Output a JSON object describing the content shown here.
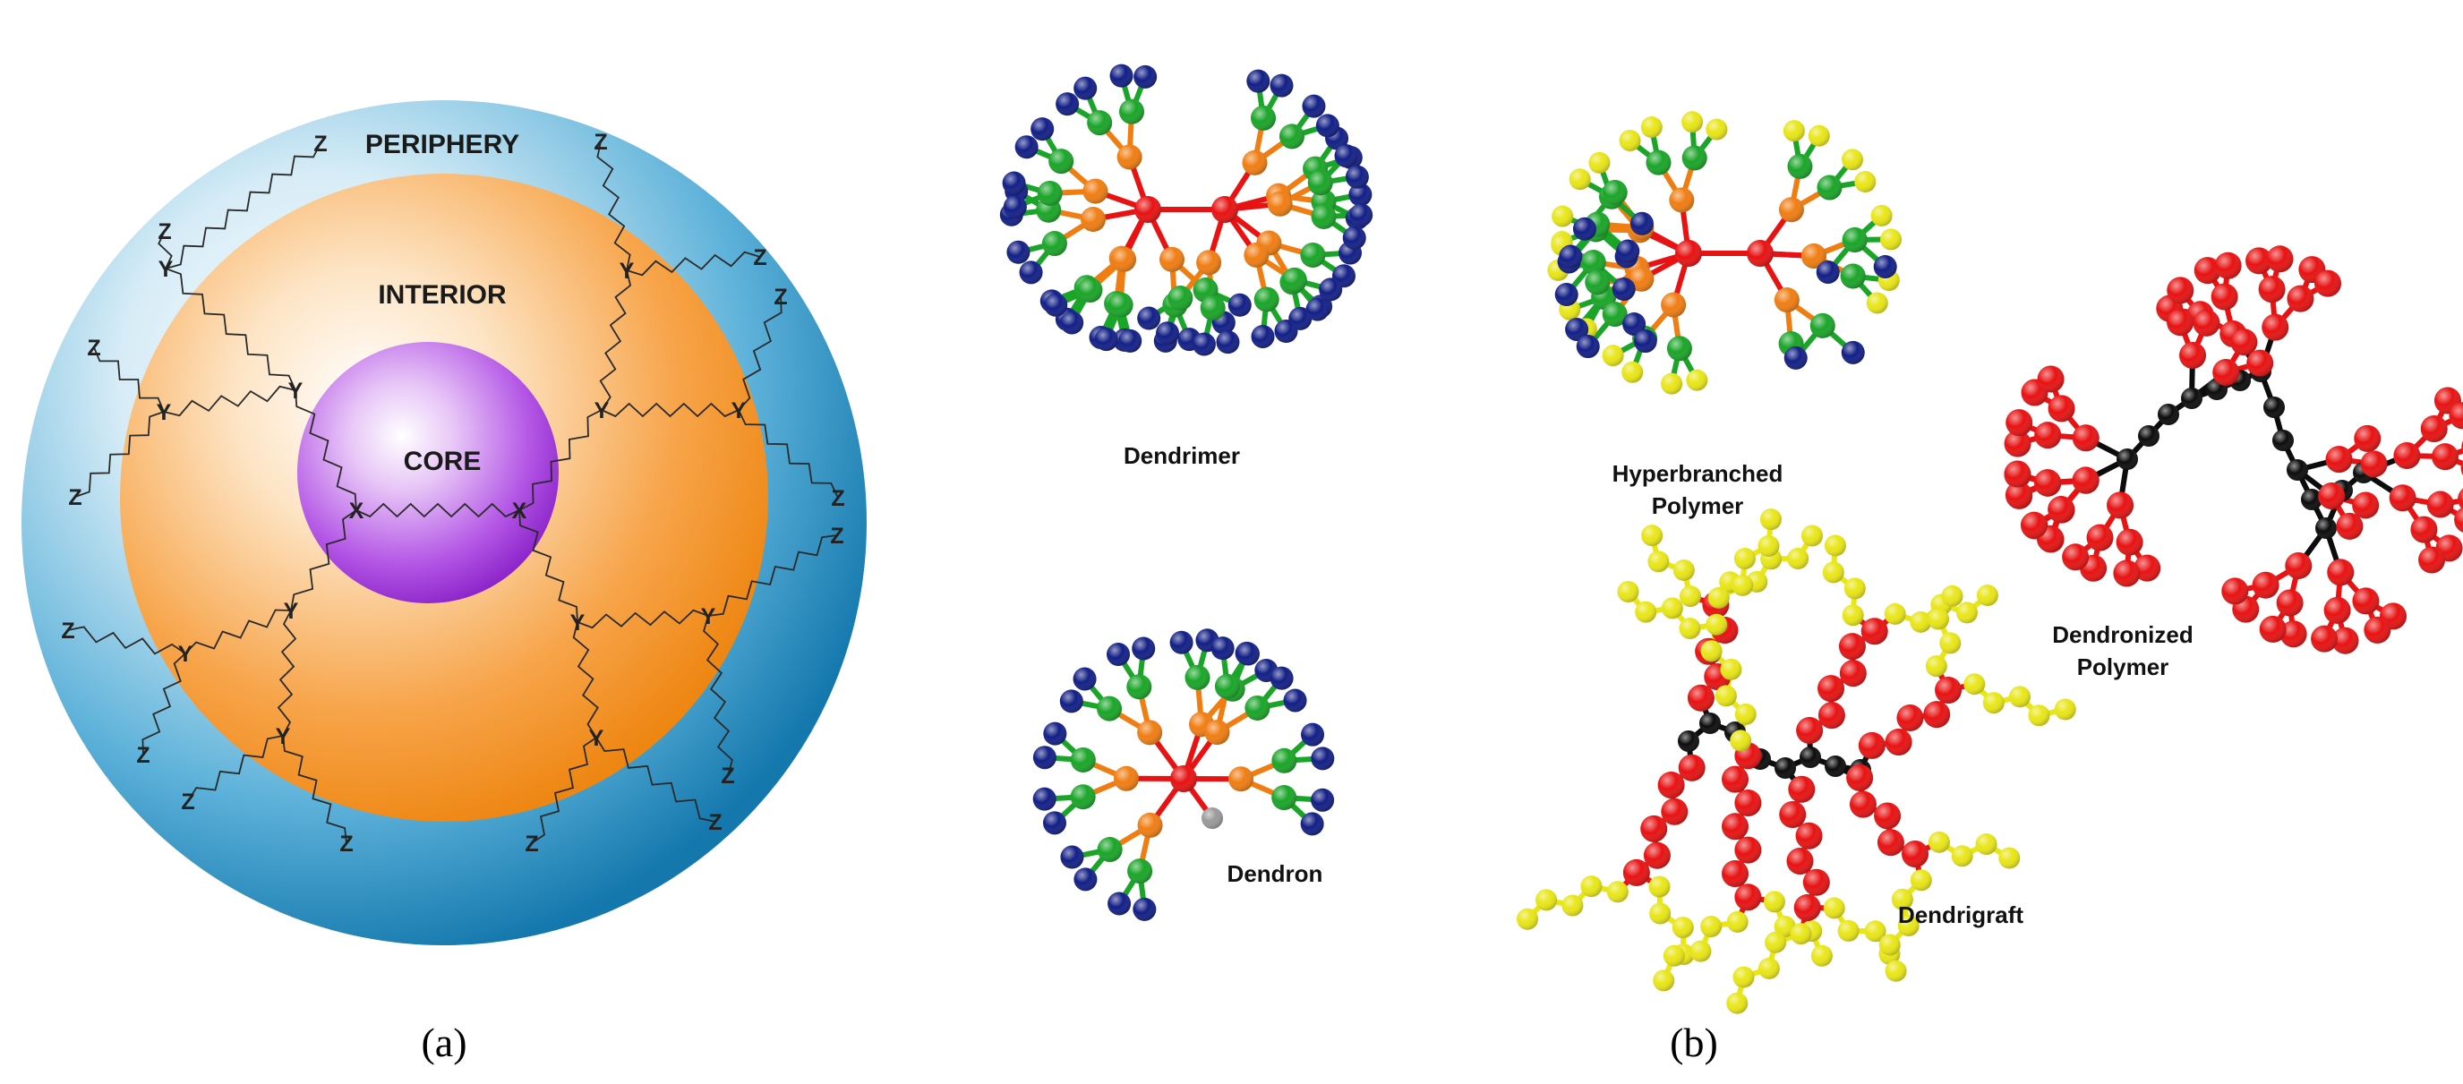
{
  "panel_a": {
    "caption": "(a)",
    "regions": {
      "periphery": "PERIPHERY",
      "interior": "INTERIOR",
      "core": "CORE"
    },
    "branch_letters": {
      "core": "X",
      "interior": "Y",
      "terminal": "Z"
    },
    "colors": {
      "periphery": "#2b8fc2",
      "interior": "#f2901e",
      "core": "#9d2fd6"
    }
  },
  "panel_b": {
    "caption": "(b)",
    "structures": {
      "dendrimer": "Dendrimer",
      "hyperbranched_line1": "Hyperbranched",
      "hyperbranched_line2": "Polymer",
      "dendronized_line1": "Dendronized",
      "dendronized_line2": "Polymer",
      "dendron": "Dendron",
      "dendrigraft": "Dendrigraft"
    },
    "atom_colors": {
      "navy": "#121f86",
      "green": "#1aa528",
      "orange": "#f07d12",
      "red": "#e81212",
      "yellow": "#e8e616",
      "black": "#0c0c0c",
      "gray": "#9a9a9a"
    }
  }
}
